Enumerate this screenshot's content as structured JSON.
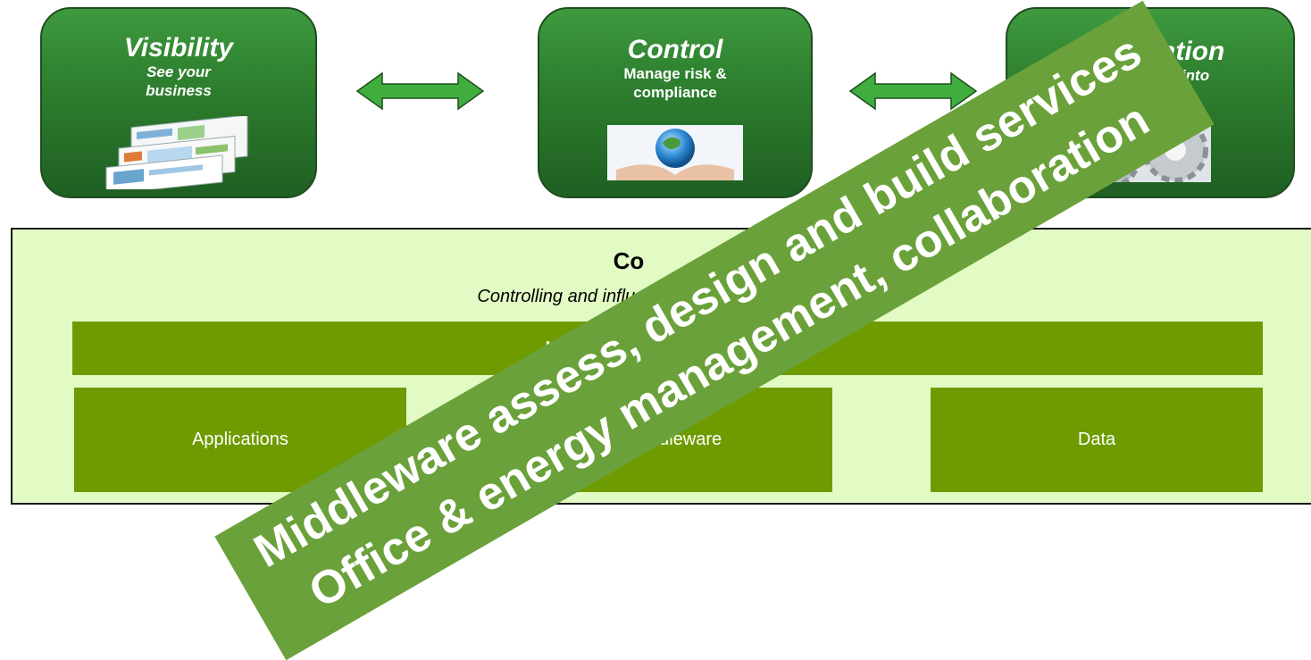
{
  "pillars": [
    {
      "title": "Visibility",
      "subtitle": "See your business"
    },
    {
      "title": "Control",
      "subtitle": "Manage risk & compliance"
    },
    {
      "title": "Automation",
      "subtitle": "Build agility into Operations"
    }
  ],
  "foundation": {
    "title": "Co",
    "subtitle": "Controlling and influencing the carbon footprint of IT",
    "management_bar": "Management of the IT Portfolio",
    "layers": [
      "Applications",
      "Middleware",
      "Data"
    ]
  },
  "banner": {
    "line1": "Middleware assess, design and build services",
    "line2": "Office & energy management, collaboration"
  },
  "colors": {
    "pillar_green": "#2f8230",
    "foundation_bg": "#e2fbc4",
    "bar_green": "#6e9c00",
    "banner_green": "#6aa13a",
    "arrow_green": "#3fae3f"
  }
}
